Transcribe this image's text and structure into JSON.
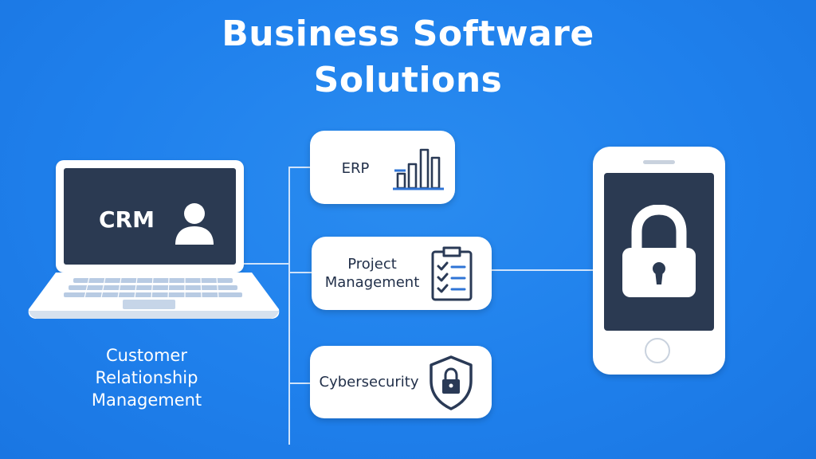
{
  "title": "Business Software Solutions",
  "laptop": {
    "screen_label": "CRM",
    "caption": "Customer Relationship Management"
  },
  "cards": [
    {
      "label": "ERP",
      "icon": "bar-chart-icon"
    },
    {
      "label": "Project Management",
      "icon": "clipboard-checklist-icon"
    },
    {
      "label": "Cybersecurity",
      "icon": "shield-lock-icon"
    }
  ],
  "phone": {
    "icon": "padlock-icon"
  },
  "colors": {
    "background": "#1f80ec",
    "screen": "#2b3a52",
    "card": "#ffffff",
    "icon": "#2a3a56",
    "accent": "#2f74d6"
  }
}
